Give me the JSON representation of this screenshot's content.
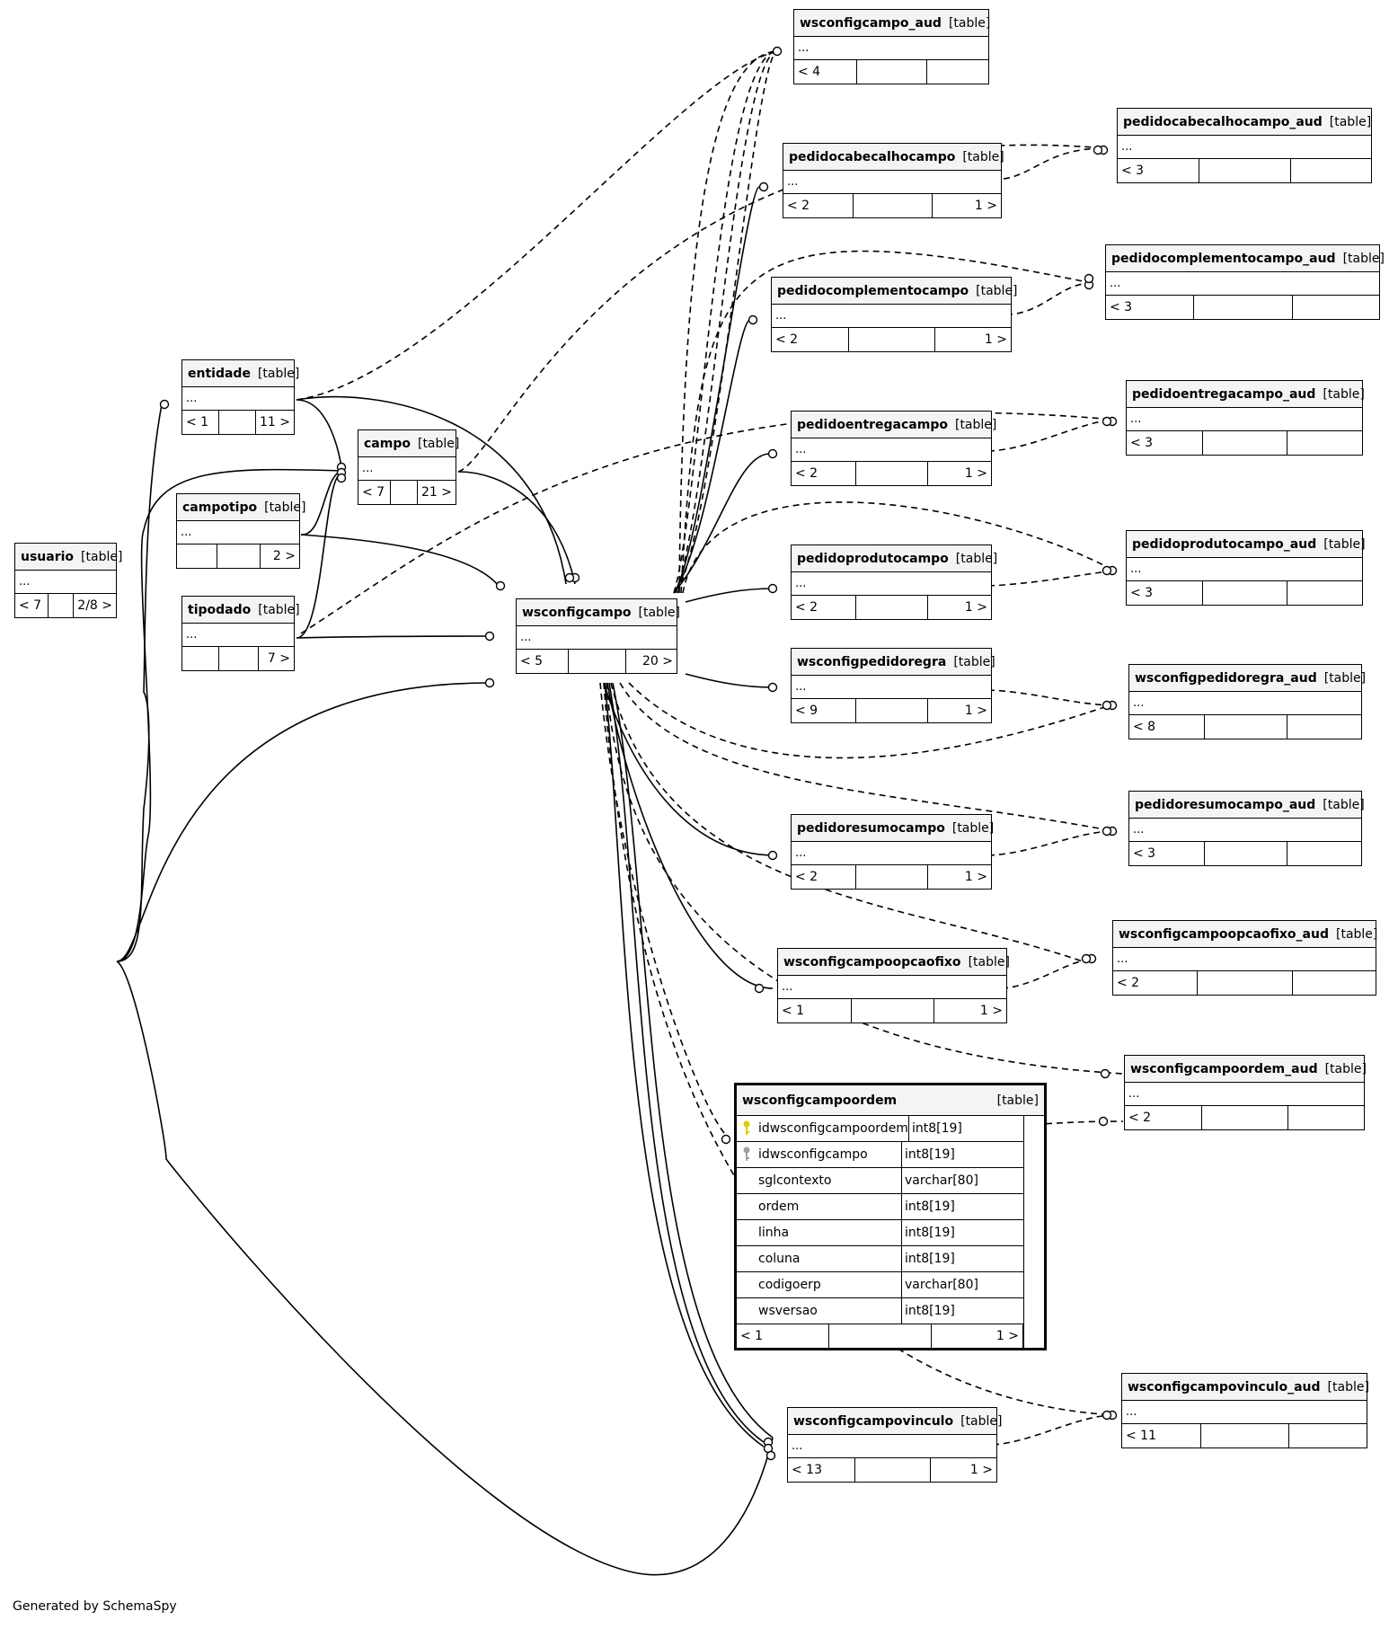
{
  "footer": "Generated by SchemaSpy",
  "tag": "[table]",
  "tables": {
    "usuario": {
      "name": "usuario",
      "ellipsis": "...",
      "foot": [
        "< 7",
        "",
        "2/8 >"
      ]
    },
    "entidade": {
      "name": "entidade",
      "ellipsis": "...",
      "foot": [
        "< 1",
        "",
        "11 >"
      ]
    },
    "campo": {
      "name": "campo",
      "ellipsis": "...",
      "foot": [
        "< 7",
        "",
        "21 >"
      ]
    },
    "campotipo": {
      "name": "campotipo",
      "ellipsis": "...",
      "foot": [
        "",
        "",
        "2 >"
      ]
    },
    "tipodado": {
      "name": "tipodado",
      "ellipsis": "...",
      "foot": [
        "",
        "",
        "7 >"
      ]
    },
    "wsconfigcampo": {
      "name": "wsconfigcampo",
      "ellipsis": "...",
      "foot": [
        "< 5",
        "",
        "20 >"
      ]
    },
    "wsconfigcampo_aud": {
      "name": "wsconfigcampo_aud",
      "ellipsis": "...",
      "foot": [
        "< 4",
        "",
        ""
      ]
    },
    "pedidocabecalhocampo": {
      "name": "pedidocabecalhocampo",
      "ellipsis": "...",
      "foot": [
        "< 2",
        "",
        "1 >"
      ]
    },
    "pedidocabecalhocampo_aud": {
      "name": "pedidocabecalhocampo_aud",
      "ellipsis": "...",
      "foot": [
        "< 3",
        "",
        ""
      ]
    },
    "pedidocomplementocampo": {
      "name": "pedidocomplementocampo",
      "ellipsis": "...",
      "foot": [
        "< 2",
        "",
        "1 >"
      ]
    },
    "pedidocomplementocampo_aud": {
      "name": "pedidocomplementocampo_aud",
      "ellipsis": "...",
      "foot": [
        "< 3",
        "",
        ""
      ]
    },
    "pedidoentregacampo": {
      "name": "pedidoentregacampo",
      "ellipsis": "...",
      "foot": [
        "< 2",
        "",
        "1 >"
      ]
    },
    "pedidoentregacampo_aud": {
      "name": "pedidoentregacampo_aud",
      "ellipsis": "...",
      "foot": [
        "< 3",
        "",
        ""
      ]
    },
    "pedidoprodutocampo": {
      "name": "pedidoprodutocampo",
      "ellipsis": "...",
      "foot": [
        "< 2",
        "",
        "1 >"
      ]
    },
    "pedidoprodutocampo_aud": {
      "name": "pedidoprodutocampo_aud",
      "ellipsis": "...",
      "foot": [
        "< 3",
        "",
        ""
      ]
    },
    "wsconfigpedidoregra": {
      "name": "wsconfigpedidoregra",
      "ellipsis": "...",
      "foot": [
        "< 9",
        "",
        "1 >"
      ]
    },
    "wsconfigpedidoregra_aud": {
      "name": "wsconfigpedidoregra_aud",
      "ellipsis": "...",
      "foot": [
        "< 8",
        "",
        ""
      ]
    },
    "pedidoresumocampo": {
      "name": "pedidoresumocampo",
      "ellipsis": "...",
      "foot": [
        "< 2",
        "",
        "1 >"
      ]
    },
    "pedidoresumocampo_aud": {
      "name": "pedidoresumocampo_aud",
      "ellipsis": "...",
      "foot": [
        "< 3",
        "",
        ""
      ]
    },
    "wsconfigcampoopcaofixo": {
      "name": "wsconfigcampoopcaofixo",
      "ellipsis": "...",
      "foot": [
        "< 1",
        "",
        "1 >"
      ]
    },
    "wsconfigcampoopcaofixo_aud": {
      "name": "wsconfigcampoopcaofixo_aud",
      "ellipsis": "...",
      "foot": [
        "< 2",
        "",
        ""
      ]
    },
    "wsconfigcampoordem_aud": {
      "name": "wsconfigcampoordem_aud",
      "ellipsis": "...",
      "foot": [
        "< 2",
        "",
        ""
      ]
    },
    "wsconfigcampovinculo": {
      "name": "wsconfigcampovinculo",
      "ellipsis": "...",
      "foot": [
        "< 13",
        "",
        "1 >"
      ]
    },
    "wsconfigcampovinculo_aud": {
      "name": "wsconfigcampovinculo_aud",
      "ellipsis": "...",
      "foot": [
        "< 11",
        "",
        ""
      ]
    }
  },
  "focus": {
    "name": "wsconfigcampoordem",
    "columns": [
      {
        "name": "idwsconfigcampoordem",
        "type": "int8[19]",
        "key": "primary"
      },
      {
        "name": "idwsconfigcampo",
        "type": "int8[19]",
        "key": "foreign"
      },
      {
        "name": "sglcontexto",
        "type": "varchar[80]",
        "key": ""
      },
      {
        "name": "ordem",
        "type": "int8[19]",
        "key": ""
      },
      {
        "name": "linha",
        "type": "int8[19]",
        "key": ""
      },
      {
        "name": "coluna",
        "type": "int8[19]",
        "key": ""
      },
      {
        "name": "codigoerp",
        "type": "varchar[80]",
        "key": ""
      },
      {
        "name": "wsversao",
        "type": "int8[19]",
        "key": ""
      }
    ],
    "foot": [
      "< 1",
      "",
      "1 >"
    ]
  },
  "colors": {
    "primary_key": "#d8d000",
    "foreign_key": "#a0a0a0",
    "header_bg": "#f4f4f4",
    "line": "#000000"
  }
}
